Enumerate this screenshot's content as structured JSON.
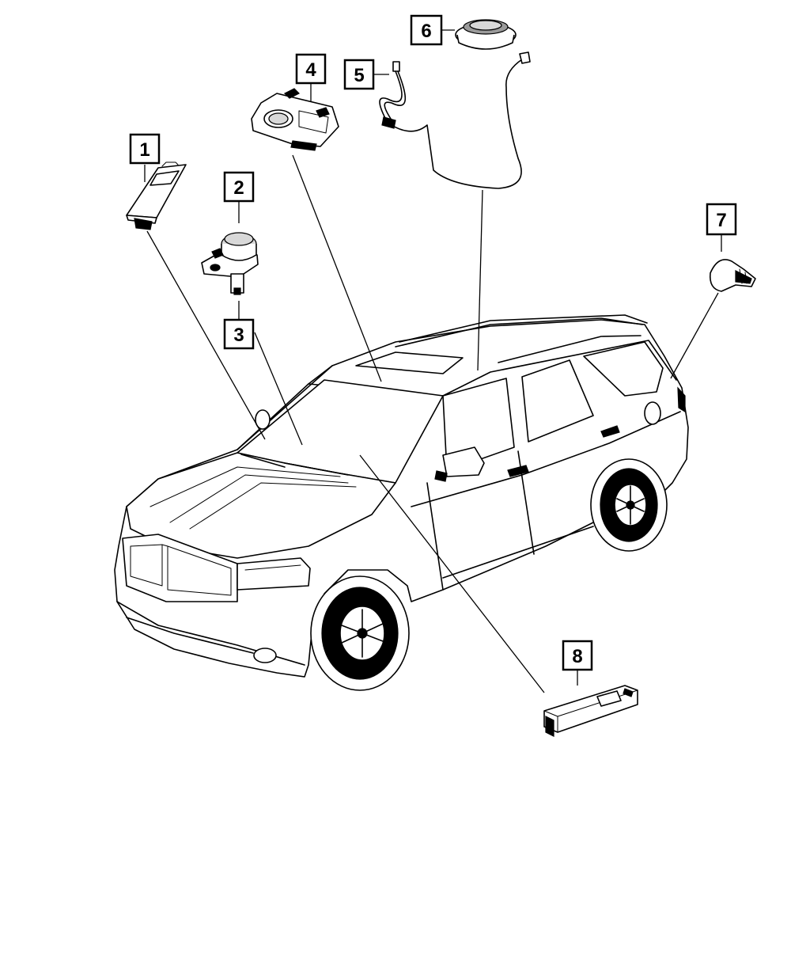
{
  "callouts": [
    {
      "id": "1",
      "label": "1"
    },
    {
      "id": "2",
      "label": "2"
    },
    {
      "id": "3",
      "label": "3"
    },
    {
      "id": "4",
      "label": "4"
    },
    {
      "id": "5",
      "label": "5"
    },
    {
      "id": "6",
      "label": "6"
    },
    {
      "id": "7",
      "label": "7"
    },
    {
      "id": "8",
      "label": "8"
    }
  ],
  "colors": {
    "line": "#000000",
    "background": "#ffffff",
    "part_shade": "#d8d8d8"
  }
}
